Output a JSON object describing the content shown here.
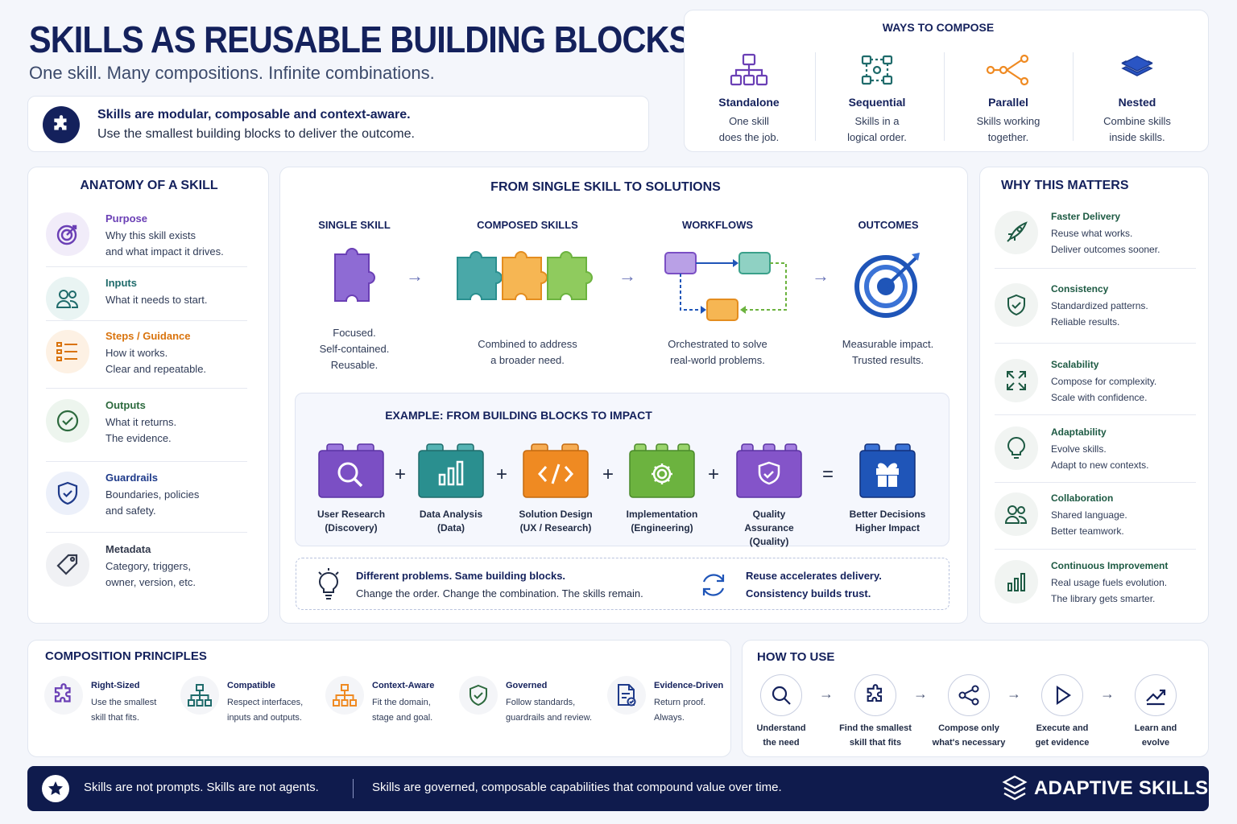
{
  "header": {
    "title": "SKILLS AS REUSABLE BUILDING BLOCKS",
    "subtitle": "One skill. Many compositions. Infinite combinations.",
    "callout_line1": "Skills are modular, composable and context-aware.",
    "callout_line2": "Use the smallest building blocks to deliver the outcome."
  },
  "compose": {
    "title": "WAYS TO COMPOSE",
    "items": [
      {
        "title": "Standalone",
        "line1": "One skill",
        "line2": "does the job.",
        "icon": "org-chart-icon"
      },
      {
        "title": "Sequential",
        "line1": "Skills in a",
        "line2": "logical order.",
        "icon": "flow-icon"
      },
      {
        "title": "Parallel",
        "line1": "Skills working",
        "line2": "together.",
        "icon": "share-icon"
      },
      {
        "title": "Nested",
        "line1": "Combine skills",
        "line2": "inside skills.",
        "icon": "layers-icon"
      }
    ]
  },
  "anatomy": {
    "title": "ANATOMY OF A SKILL",
    "items": [
      {
        "title": "Purpose",
        "line1": "Why this skill exists",
        "line2": "and what impact it drives.",
        "color": "#6a3fb5"
      },
      {
        "title": "Inputs",
        "line1": "What it needs to start.",
        "line2": "",
        "color": "#1f6b6b"
      },
      {
        "title": "Steps / Guidance",
        "line1": "How it works.",
        "line2": "Clear and repeatable.",
        "color": "#d9730d"
      },
      {
        "title": "Outputs",
        "line1": "What it returns.",
        "line2": "The evidence.",
        "color": "#2d6a3e"
      },
      {
        "title": "Guardrails",
        "line1": "Boundaries, policies",
        "line2": "and safety.",
        "color": "#1e3a8a"
      },
      {
        "title": "Metadata",
        "line1": "Category, triggers,",
        "line2": "owner, version, etc.",
        "color": "#333a4d"
      }
    ]
  },
  "solutions": {
    "title": "FROM SINGLE SKILL TO SOLUTIONS",
    "stages": [
      {
        "title": "SINGLE SKILL",
        "lines": [
          "Focused.",
          "Self-contained.",
          "Reusable."
        ]
      },
      {
        "title": "COMPOSED SKILLS",
        "lines": [
          "Combined to address",
          "a broader need."
        ]
      },
      {
        "title": "WORKFLOWS",
        "lines": [
          "Orchestrated to solve",
          "real-world problems."
        ]
      },
      {
        "title": "OUTCOMES",
        "lines": [
          "Measurable impact.",
          "Trusted results."
        ]
      }
    ]
  },
  "example": {
    "title": "EXAMPLE: FROM BUILDING BLOCKS TO IMPACT",
    "blocks": [
      {
        "line1": "User Research",
        "line2": "(Discovery)",
        "color": "#7b4fc4"
      },
      {
        "line1": "Data Analysis",
        "line2": "(Data)",
        "color": "#2a8f8f"
      },
      {
        "line1": "Solution Design",
        "line2": "(UX / Research)",
        "color": "#ef8a22"
      },
      {
        "line1": "Implementation",
        "line2": "(Engineering)",
        "color": "#6cb33f"
      },
      {
        "line1": "Quality Assurance",
        "line2": "(Quality)",
        "color": "#8454c9"
      }
    ],
    "result": {
      "line1": "Better Decisions",
      "line2": "Higher Impact",
      "color": "#1f55b8"
    },
    "plus": "+",
    "equals": "=",
    "note_title": "Different problems. Same building blocks.",
    "note_text": "Change the order. Change the combination. The skills remain.",
    "note2_line1": "Reuse accelerates delivery.",
    "note2_line2": "Consistency builds trust."
  },
  "why": {
    "title": "WHY THIS MATTERS",
    "items": [
      {
        "title": "Faster Delivery",
        "line1": "Reuse what works.",
        "line2": "Deliver outcomes sooner."
      },
      {
        "title": "Consistency",
        "line1": "Standardized patterns.",
        "line2": "Reliable results."
      },
      {
        "title": "Scalability",
        "line1": "Compose for complexity.",
        "line2": "Scale with confidence."
      },
      {
        "title": "Adaptability",
        "line1": "Evolve skills.",
        "line2": "Adapt to new contexts."
      },
      {
        "title": "Collaboration",
        "line1": "Shared language.",
        "line2": "Better teamwork."
      },
      {
        "title": "Continuous Improvement",
        "line1": "Real usage fuels evolution.",
        "line2": "The library gets smarter."
      }
    ]
  },
  "principles": {
    "title": "COMPOSITION PRINCIPLES",
    "items": [
      {
        "title": "Right-Sized",
        "line1": "Use the smallest",
        "line2": "skill that fits."
      },
      {
        "title": "Compatible",
        "line1": "Respect interfaces,",
        "line2": "inputs and outputs."
      },
      {
        "title": "Context-Aware",
        "line1": "Fit the domain,",
        "line2": "stage and goal."
      },
      {
        "title": "Governed",
        "line1": "Follow standards,",
        "line2": "guardrails and review."
      },
      {
        "title": "Evidence-Driven",
        "line1": "Return proof.",
        "line2": "Always."
      }
    ]
  },
  "howto": {
    "title": "HOW TO USE",
    "steps": [
      {
        "line1": "Understand",
        "line2": "the need"
      },
      {
        "line1": "Find the smallest",
        "line2": "skill that fits"
      },
      {
        "line1": "Compose only",
        "line2": "what's necessary"
      },
      {
        "line1": "Execute and",
        "line2": "get evidence"
      },
      {
        "line1": "Learn and",
        "line2": "evolve"
      }
    ]
  },
  "footer": {
    "left": "Skills are not prompts. Skills are not agents.",
    "right": "Skills are governed, composable capabilities that compound value over time.",
    "brand": "ADAPTIVE SKILLS"
  }
}
